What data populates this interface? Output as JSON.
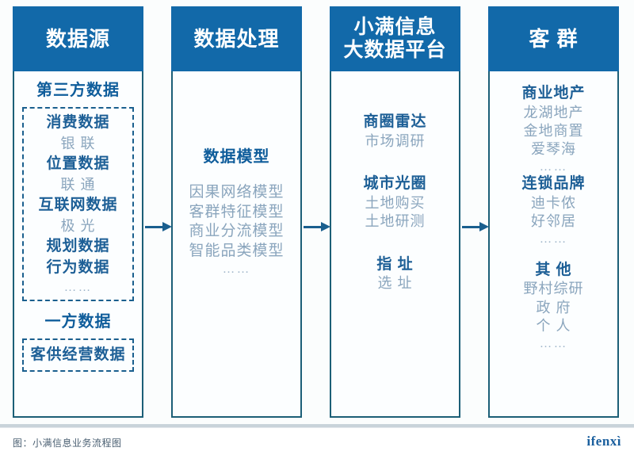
{
  "diagram": {
    "caption": "图：小满信息业务流程图",
    "logo": "ifenxì",
    "accent_header": "#1269a9",
    "accent_border": "#1c5f77",
    "accent_bold_text": "#0f5d9b",
    "accent_plain_text": "#8aa5bd",
    "columns": [
      {
        "title": "数据源",
        "sections": [
          {
            "label": "第三方数据",
            "boxed": true,
            "items": [
              {
                "text": "消费数据",
                "style": "bold"
              },
              {
                "text": "银 联",
                "style": "plain"
              },
              {
                "text": "位置数据",
                "style": "bold"
              },
              {
                "text": "联 通",
                "style": "plain"
              },
              {
                "text": "互联网数据",
                "style": "bold"
              },
              {
                "text": "极 光",
                "style": "plain"
              },
              {
                "text": "规划数据",
                "style": "bold"
              },
              {
                "text": "行为数据",
                "style": "bold"
              },
              {
                "text": "……",
                "style": "dots"
              }
            ]
          },
          {
            "label": "一方数据",
            "boxed": true,
            "items": [
              {
                "text": "客供经营数据",
                "style": "bold"
              }
            ]
          }
        ]
      },
      {
        "title": "数据处理",
        "sections": [
          {
            "label": "数据模型",
            "boxed": false,
            "items": [
              {
                "text": "因果网络模型",
                "style": "plain"
              },
              {
                "text": "客群特征模型",
                "style": "plain"
              },
              {
                "text": "商业分流模型",
                "style": "plain"
              },
              {
                "text": "智能品类模型",
                "style": "plain"
              },
              {
                "text": "……",
                "style": "dots"
              }
            ]
          }
        ]
      },
      {
        "title": "小满信息\n大数据平台",
        "title_lines": [
          "小满信息",
          "大数据平台"
        ],
        "sections": [
          {
            "label": "",
            "boxed": false,
            "items": [
              {
                "text": "商圈雷达",
                "style": "bold"
              },
              {
                "text": "市场调研",
                "style": "plain"
              },
              {
                "text": "",
                "style": "gap"
              },
              {
                "text": "城市光圈",
                "style": "bold"
              },
              {
                "text": "土地购买",
                "style": "plain"
              },
              {
                "text": "土地研测",
                "style": "plain"
              },
              {
                "text": "",
                "style": "gap"
              },
              {
                "text": "指 址",
                "style": "bold"
              },
              {
                "text": "选 址",
                "style": "plain"
              }
            ]
          }
        ]
      },
      {
        "title": "客 群",
        "sections": [
          {
            "label": "",
            "boxed": false,
            "items": [
              {
                "text": "商业地产",
                "style": "bold"
              },
              {
                "text": "龙湖地产",
                "style": "plain"
              },
              {
                "text": "金地商置",
                "style": "plain"
              },
              {
                "text": "爱琴海",
                "style": "plain"
              },
              {
                "text": "……",
                "style": "dots"
              },
              {
                "text": "连锁品牌",
                "style": "bold"
              },
              {
                "text": "迪卡侬",
                "style": "plain"
              },
              {
                "text": "好邻居",
                "style": "plain"
              },
              {
                "text": "……",
                "style": "dots"
              },
              {
                "text": "",
                "style": "gap"
              },
              {
                "text": "其 他",
                "style": "bold"
              },
              {
                "text": "野村综研",
                "style": "plain"
              },
              {
                "text": "政 府",
                "style": "plain"
              },
              {
                "text": "个 人",
                "style": "plain"
              },
              {
                "text": "……",
                "style": "dots"
              }
            ]
          }
        ]
      }
    ],
    "arrows": [
      "arrow-datasource-to-processing",
      "arrow-processing-to-platform",
      "arrow-platform-to-customers"
    ]
  }
}
